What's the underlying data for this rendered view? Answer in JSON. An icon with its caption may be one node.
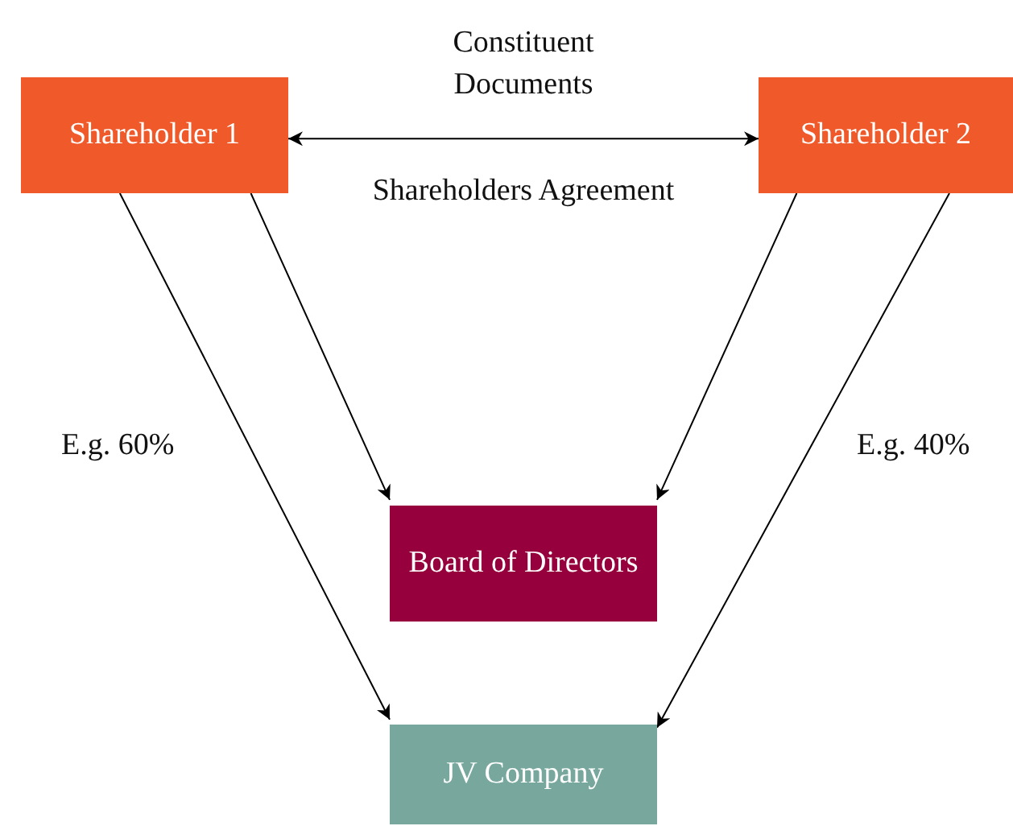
{
  "diagram": {
    "nodes": [
      {
        "text": [
          "Shareholder 1"
        ]
      },
      {
        "text": [
          "Shareholder 2"
        ]
      },
      {
        "text": [
          "Board of Directors"
        ]
      },
      {
        "text": [
          "JV Company"
        ]
      }
    ],
    "edges": [
      {
        "from": 0,
        "to": 1,
        "arrow": "both"
      },
      {
        "from": 0,
        "to": 2,
        "arrow": "to"
      },
      {
        "from": 0,
        "to": 3,
        "arrow": "to",
        "label": "E.g. 60%"
      },
      {
        "from": 1,
        "to": 2,
        "arrow": "to"
      },
      {
        "from": 1,
        "to": 3,
        "arrow": "to",
        "label": "E.g. 40%"
      }
    ],
    "labels": [
      "Constituent Documents",
      "Shareholders Agreement"
    ]
  }
}
